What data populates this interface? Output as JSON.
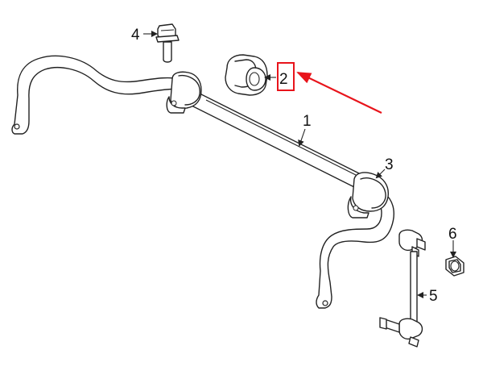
{
  "diagram": {
    "callouts": [
      {
        "id": "1",
        "label": "1"
      },
      {
        "id": "2",
        "label": "2"
      },
      {
        "id": "3",
        "label": "3"
      },
      {
        "id": "4",
        "label": "4"
      },
      {
        "id": "5",
        "label": "5"
      },
      {
        "id": "6",
        "label": "6"
      }
    ],
    "highlighted_callout": "2",
    "colors": {
      "highlight": "#e8141b",
      "line": "#222222",
      "background": "#ffffff"
    }
  }
}
